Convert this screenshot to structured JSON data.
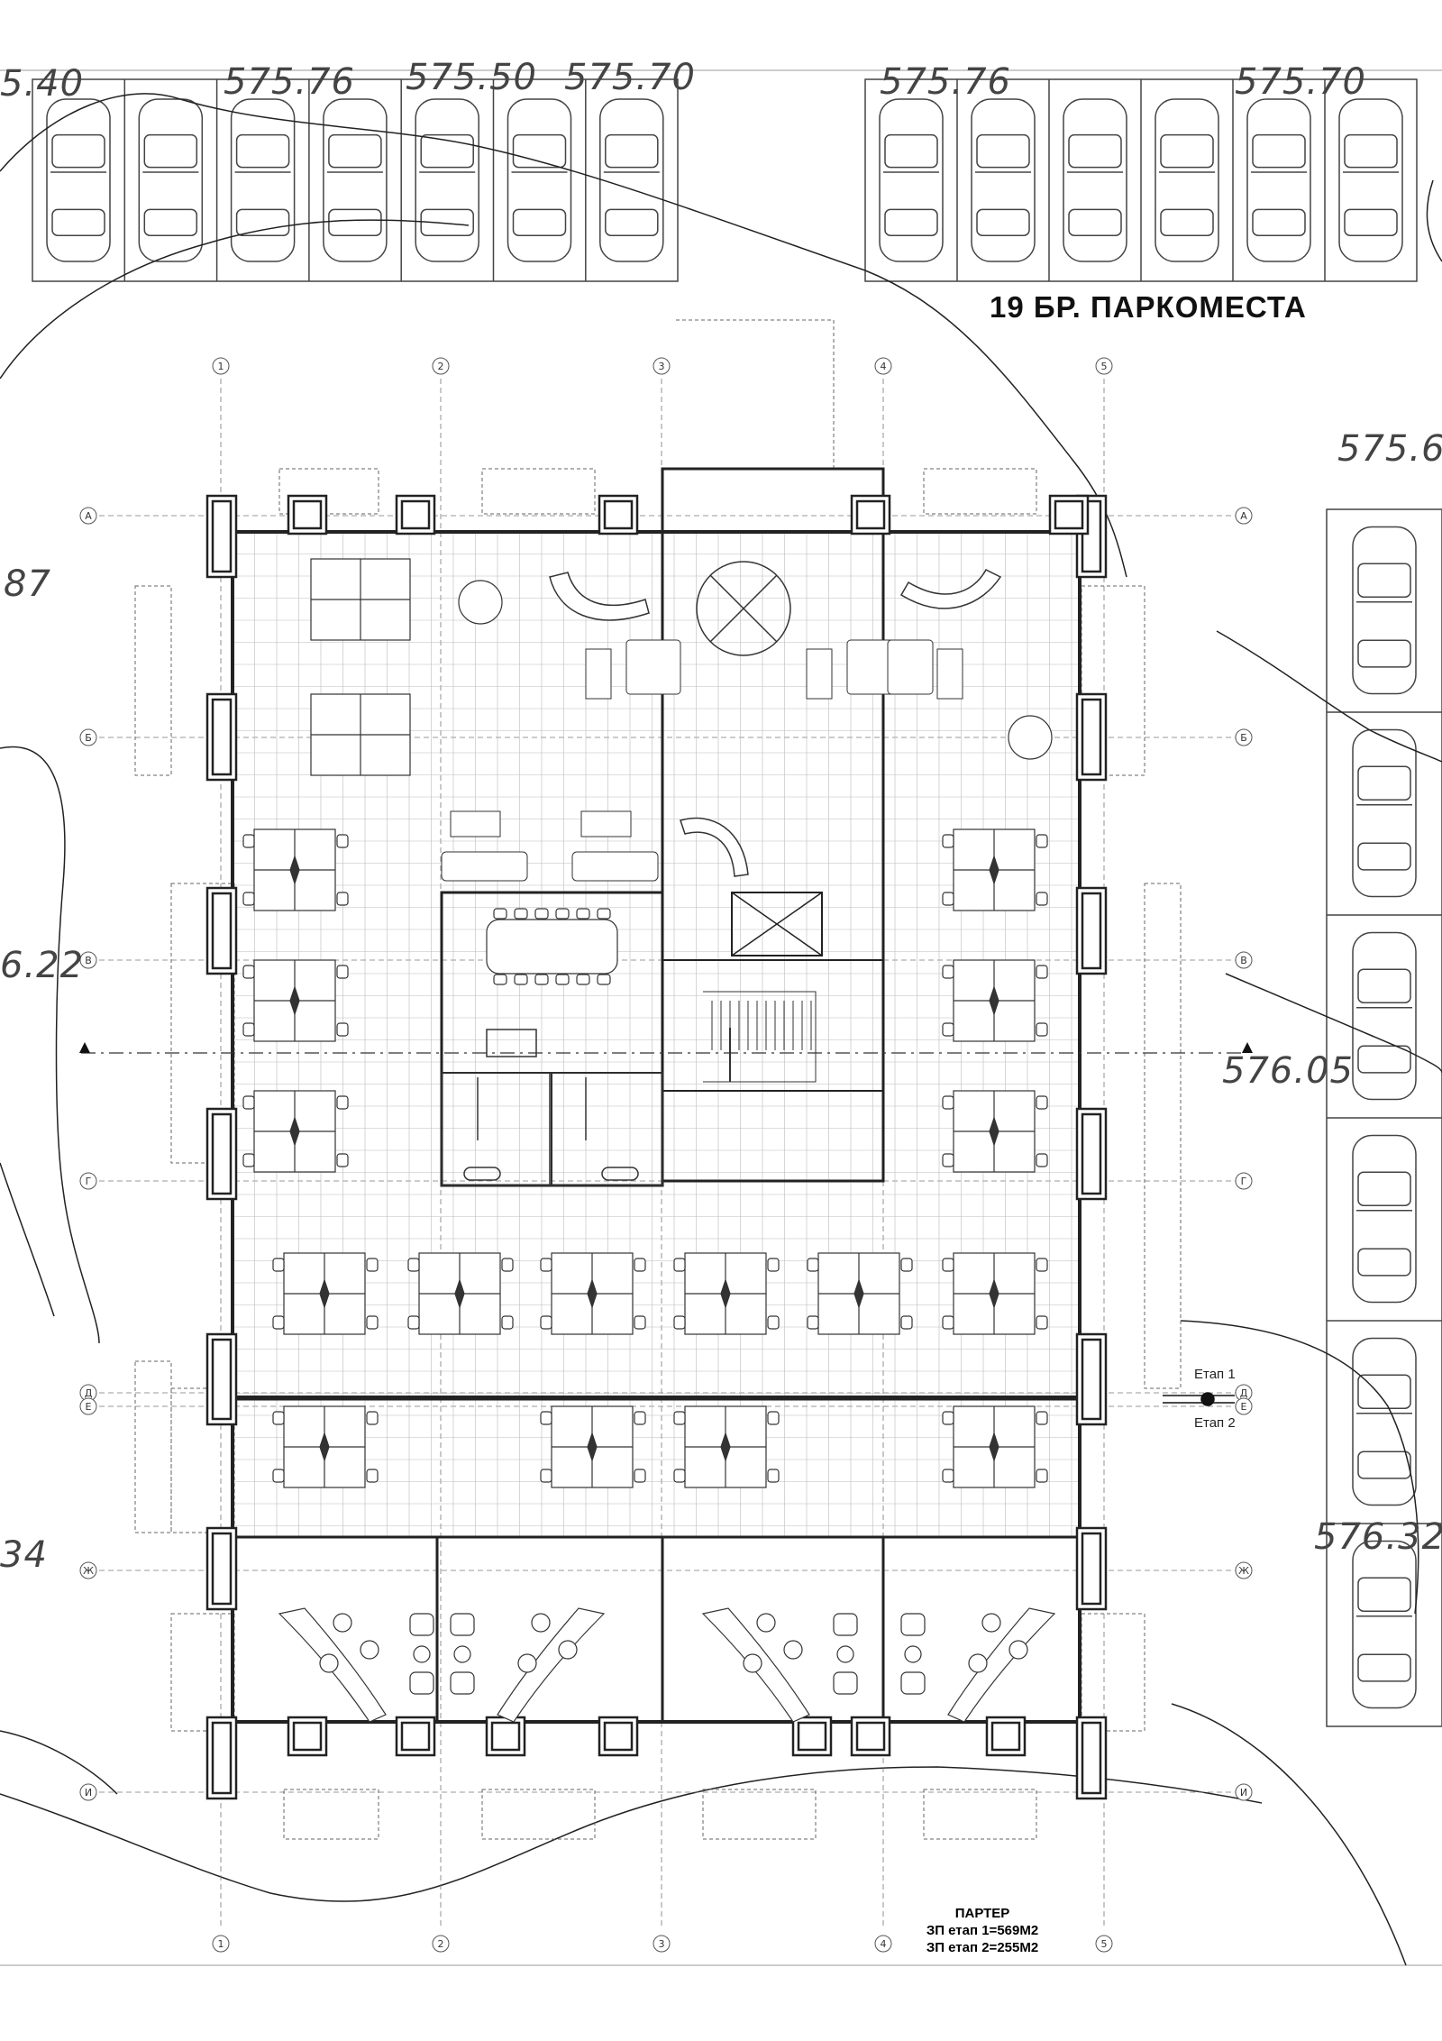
{
  "parking_title": "19 БР. ПАРКОМЕСТА",
  "elevations": {
    "top_left_a": "5.40",
    "top_left_b": "575.76",
    "top_left_c": "575.50",
    "top_left_d": "575.70",
    "top_right_a": "575.76",
    "top_right_b": "575.70",
    "right_upper": "575.6",
    "left_upper": "87",
    "left_mid": "6.22",
    "right_mid": "576.05",
    "left_lower": "34",
    "right_lower": "576.32"
  },
  "grid_columns": [
    "1",
    "2",
    "3",
    "4",
    "5"
  ],
  "grid_rows": [
    "А",
    "Б",
    "В",
    "Г",
    "Д",
    "Е",
    "Ж",
    "И"
  ],
  "stage_labels": {
    "stage1": "Етап 1",
    "stage2": "Етап 2"
  },
  "notes": {
    "line1": "ПАРТЕР",
    "line2": "ЗП етап 1=569М2",
    "line3": "ЗП етап 2=255М2"
  }
}
